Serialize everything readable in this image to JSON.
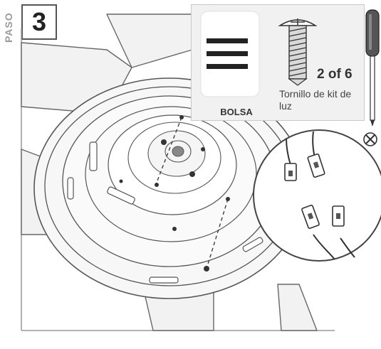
{
  "step": {
    "label": "PASO",
    "number": "3"
  },
  "kit": {
    "bag_label": "BOLSA",
    "quantity": "2 of 6",
    "part_name": "Tornillo de kit de luz"
  },
  "icons": {
    "fan_assembly": "fan-light-kit-assembly-icon",
    "bag": "hardware-bag-icon",
    "screw": "screw-icon",
    "screwdriver": "phillips-screwdriver-icon",
    "phillips_head": "phillips-head-icon",
    "wires": "wire-connectors-icon"
  }
}
